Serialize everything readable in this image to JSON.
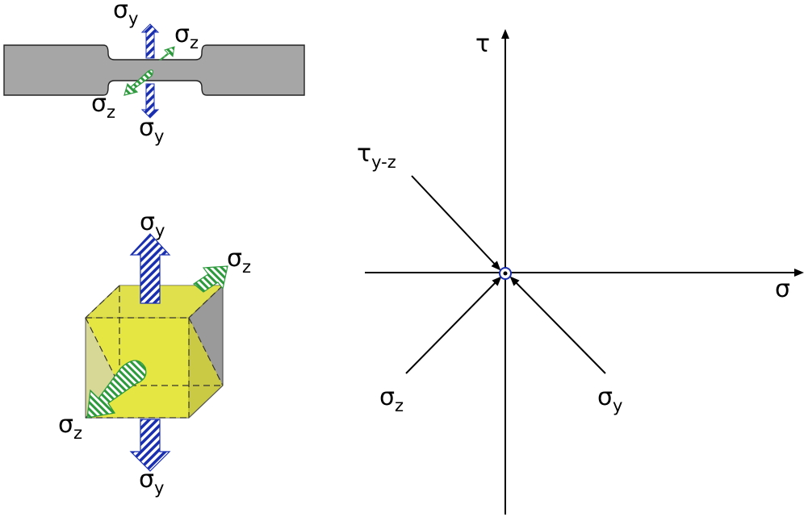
{
  "colors": {
    "specimen_fill": "#a6a6a6",
    "cube_yellow": "#f2f200",
    "cube_grey": "#8c8c8c",
    "arrow_y_blue": "#1a2fb0",
    "arrow_z_green": "#2e9a3e",
    "axis": "#000000"
  },
  "specimen": {
    "sigma_y_top": {
      "main": "σ",
      "sub": "y"
    },
    "sigma_z_top": {
      "main": "σ",
      "sub": "z"
    },
    "sigma_z_bottom": {
      "main": "σ",
      "sub": "z"
    },
    "sigma_y_bottom": {
      "main": "σ",
      "sub": "y"
    }
  },
  "cube": {
    "sigma_y_top": {
      "main": "σ",
      "sub": "y"
    },
    "sigma_z_right": {
      "main": "σ",
      "sub": "z"
    },
    "sigma_z_left": {
      "main": "σ",
      "sub": "z"
    },
    "sigma_y_bottom": {
      "main": "σ",
      "sub": "y"
    }
  },
  "plot": {
    "tau_axis": {
      "main": "τ"
    },
    "sigma_axis": {
      "main": "σ"
    },
    "tau_yz": {
      "main": "τ",
      "sub": "y-z"
    },
    "sigma_z": {
      "main": "σ",
      "sub": "z"
    },
    "sigma_y": {
      "main": "σ",
      "sub": "y"
    }
  }
}
